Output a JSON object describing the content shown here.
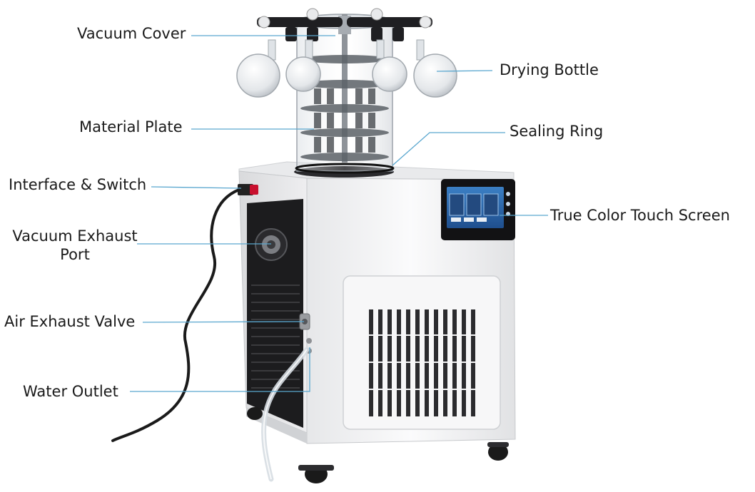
{
  "labels": {
    "vacuum_cover": "Vacuum Cover",
    "drying_bottle": "Drying Bottle",
    "material_plate": "Material Plate",
    "sealing_ring": "Sealing Ring",
    "interface_switch": "Interface & Switch",
    "true_color_touch_screen": "True Color Touch Screen",
    "vacuum_exhaust_port_line1": "Vacuum Exhaust",
    "vacuum_exhaust_port_line2": "Port",
    "air_exhaust_valve": "Air Exhaust Valve",
    "water_outlet": "Water Outlet"
  },
  "colors": {
    "leader_line": "#5aa7cf",
    "cabinet_white": "#f2f3f4",
    "panel_black": "#1c1c1e",
    "screen_blue": "#2d6fb6"
  }
}
